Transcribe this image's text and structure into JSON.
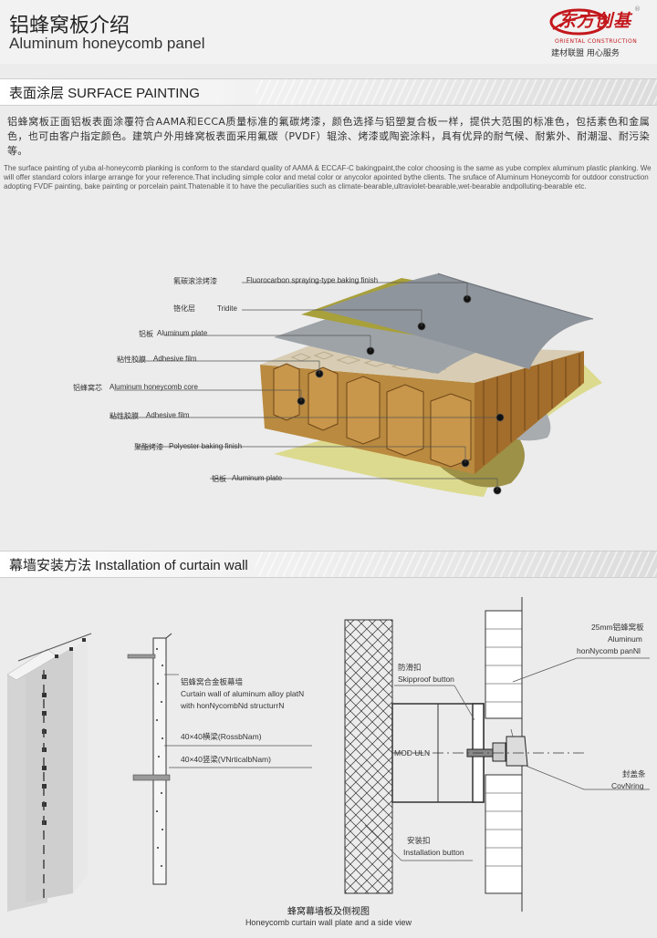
{
  "header": {
    "title_cn": "铝蜂窝板介绍",
    "title_en": "Aluminum honeycomb panel",
    "logo_script": "东方创基",
    "logo_sub": "ORIENTAL CONSTRUCTION",
    "logo_slogan": "建材联盟 用心服务",
    "logo_reg": "®"
  },
  "surface": {
    "heading": "表面涂层  SURFACE PAINTING",
    "para_cn": "铝蜂窝板正面铝板表面涂覆符合AAMA和ECCA质量标准的氟碳烤漆，颜色选择与铝塑复合板一样，提供大范围的标准色，包括素色和金属色，也可由客户指定颜色。建筑户外用蜂窝板表面采用氟碳（PVDF）辊涂、烤漆或陶瓷涂料，具有优异的耐气候、耐紫外、耐潮湿、耐污染等。",
    "para_en": "The surface painting of  yuba  al-honeycomb planking is conform to the standard quality of AAMA & ECCAF-C bakingpaint,the color choosing is the same as yube complex aluminum plastic planking. We will offer standard colors inlarge  arrange for your reference.That including simple color and metal color or anycolor apointed bythe clients. The sruface of Aluminum Honeycomb for outdoor construction adopting FVDF painting, bake painting or porcelain paint.Thatenable it to have the peculiarities such as climate-bearable,ultraviolet-bearable,wet-bearable andpolluting-bearable etc.",
    "layers": [
      {
        "cn": "氟碳滚涂烤漆",
        "en": "Fluorocarbon spraying-type baking finish"
      },
      {
        "cn": "铬化层",
        "en": "Tridite"
      },
      {
        "cn": "铝板",
        "en": "Aluminum plate"
      },
      {
        "cn": "粘性胶膜",
        "en": "Adhesive film"
      },
      {
        "cn": "铝蜂窝芯",
        "en": "Aluminum honeycomb core"
      },
      {
        "cn": "粘性胶膜",
        "en": "Adhesive film"
      },
      {
        "cn": "聚酯烤漆",
        "en": "Polyester baking finish"
      },
      {
        "cn": "铝板",
        "en": "Aluminum plate"
      }
    ]
  },
  "install": {
    "heading": "幕墙安装方法  Installation of curtain wall",
    "mid_labels": {
      "curtain_cn": "铝蜂窝合金板幕墙",
      "curtain_en1": "Curtain wall of aluminum alloy platN",
      "curtain_en2": "with honNycombNd structurrN",
      "beam_h": "40×40横梁(RossbNam)",
      "beam_v": "40×40竖梁(VNrticalbNam)"
    },
    "right_labels": {
      "panel_cn": "25mm铝蜂窝板",
      "panel_en1": "Aluminum",
      "panel_en2": "honNycomb panNl",
      "skip_cn": "防滑扣",
      "skip_en": "Skipproof button",
      "mod": "MOD ULN",
      "cover_cn": "封盖条",
      "cover_en": "CovNring",
      "inst_cn": "安装扣",
      "inst_en": "Installation button"
    },
    "caption_cn": "蜂窝幕墙板及侧视图",
    "caption_en": "Honeycomb curtain wall plate and a side view"
  },
  "colors": {
    "logo_red": "#c3171c",
    "gray_coat": "#8f959c",
    "olive_coat": "#a8a03a",
    "core_brown": "#b07a34",
    "yellow_sheet": "#dcda8e"
  }
}
